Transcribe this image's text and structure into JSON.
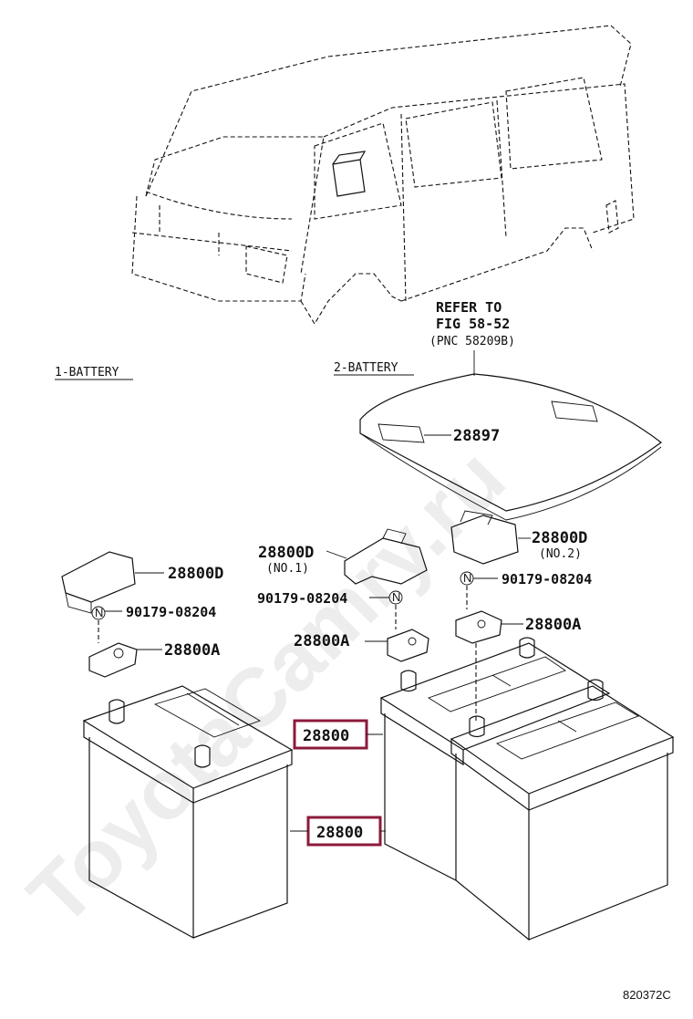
{
  "labels": {
    "refer_line1": "REFER TO",
    "refer_line2": "FIG 58-52",
    "refer_line3": "(PNC 58209B)",
    "section_1": "1-BATTERY",
    "section_2": "2-BATTERY",
    "p28897": "28897",
    "p28800d_a": "28800D",
    "p28800d_b": "28800D",
    "p28800d_b_note": "(NO.1)",
    "p28800d_c": "28800D",
    "p28800d_c_note": "(NO.2)",
    "nut_a": "90179-08204",
    "nut_b": "90179-08204",
    "nut_c": "90179-08204",
    "p28800a_a": "28800A",
    "p28800a_b": "28800A",
    "p28800a_c": "28800A",
    "p28800_top": "28800",
    "p28800_bottom": "28800",
    "nut_marker": "N"
  },
  "watermark": "ToyotaCamry.ru",
  "footer_code": "820372C",
  "colors": {
    "highlight": "#8b1a3a",
    "ink": "#111111"
  }
}
